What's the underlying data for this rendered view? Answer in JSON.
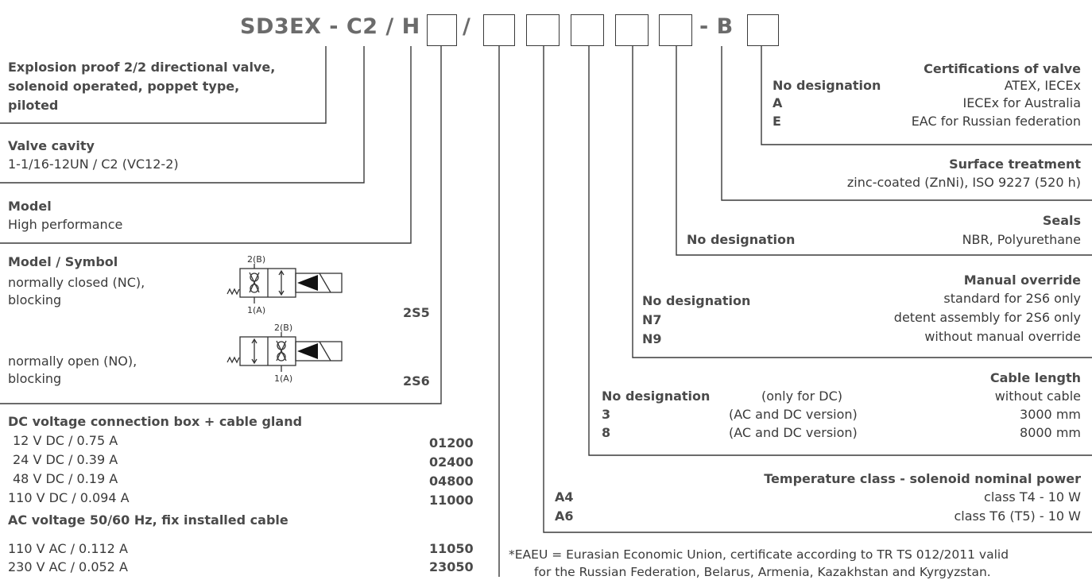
{
  "code": {
    "part1": "SD3EX - C2 / H",
    "slash": "/",
    "dash_b": "- B"
  },
  "left": {
    "product_title": [
      "Explosion proof 2/2 directional valve,",
      "solenoid operated, poppet type,",
      "piloted"
    ],
    "cavity_title": "Valve cavity",
    "cavity_value": "1-1/16-12UN / C2 (VC12-2)",
    "model_title": "Model",
    "model_value": "High performance",
    "symbol_title": "Model / Symbol",
    "nc": {
      "line1": "normally closed (NC),",
      "line2": "blocking",
      "code": "2S5",
      "port_top": "2(B)",
      "port_bottom": "1(A)"
    },
    "no": {
      "line1": "normally open (NO),",
      "line2": "blocking",
      "code": "2S6",
      "port_top": "2(B)",
      "port_bottom": "1(A)"
    },
    "dc_title": "DC voltage connection box + cable gland",
    "dc_rows": [
      {
        "label": "12 V DC / 0.75 A",
        "code": "01200"
      },
      {
        "label": "24 V DC / 0.39 A",
        "code": "02400"
      },
      {
        "label": "48 V DC / 0.19 A",
        "code": "04800"
      },
      {
        "label": "110 V DC / 0.094 A",
        "code": "11000"
      }
    ],
    "ac_title": "AC voltage 50/60 Hz, fix installed cable",
    "ac_rows": [
      {
        "label": "110 V AC / 0.112 A",
        "code": "11050"
      },
      {
        "label": "230 V AC / 0.052 A",
        "code": "23050"
      }
    ]
  },
  "right": {
    "cert": {
      "title": "Certifications of valve",
      "rows": [
        {
          "key": "No designation",
          "value": "ATEX, IECEx"
        },
        {
          "key": "A",
          "value": "IECEx for Australia"
        },
        {
          "key": "E",
          "value": "EAC for Russian federation"
        }
      ]
    },
    "surface": {
      "title": "Surface treatment",
      "value": "zinc-coated (ZnNi), ISO 9227 (520 h)"
    },
    "seals": {
      "title": "Seals",
      "key": "No designation",
      "value": "NBR, Polyurethane"
    },
    "override": {
      "title": "Manual override",
      "rows": [
        {
          "key": "No designation",
          "value": "standard for 2S6 only"
        },
        {
          "key": "N7",
          "value": "detent assembly for 2S6 only"
        },
        {
          "key": "N9",
          "value": "without manual override"
        }
      ]
    },
    "cable": {
      "title": "Cable length",
      "rows": [
        {
          "key": "No designation",
          "note": "(only for DC)",
          "value": "without cable"
        },
        {
          "key": "3",
          "note": "(AC and DC version)",
          "value": "3000 mm"
        },
        {
          "key": "8",
          "note": "(AC and DC version)",
          "value": "8000 mm"
        }
      ]
    },
    "temp": {
      "title": "Temperature class - solenoid nominal power",
      "rows": [
        {
          "key": "A4",
          "value": "class T4 - 10 W"
        },
        {
          "key": "A6",
          "value": "class T6 (T5) - 10 W"
        }
      ]
    },
    "footnote": [
      "*EAEU = Eurasian Economic Union, certificate according to TR TS 012/2011 valid",
      "for the Russian Federation, Belarus, Armenia, Kazakhstan and Kyrgyzstan."
    ]
  }
}
